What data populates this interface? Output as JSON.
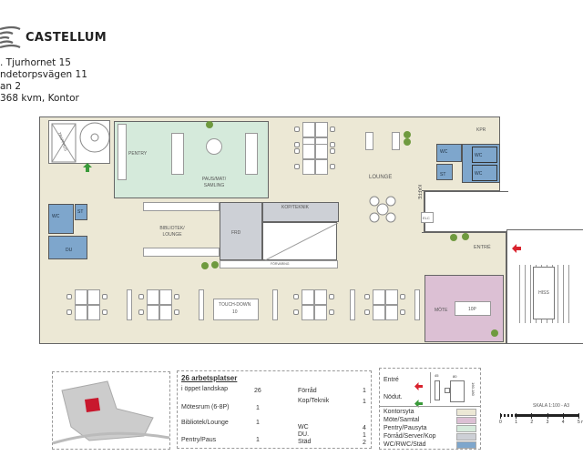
{
  "header": {
    "brand": "CASTELLUM",
    "address_lines": [
      ". Tjurhornet 15",
      "ndetorpsvägen 11",
      "an 2",
      " 368 kvm, Kontor"
    ]
  },
  "rooms": {
    "pentry": "PENTRY",
    "paus": "PAUS/MAT/ SAMLING",
    "bibliotek": "BIBLIOTEK/ LOUNGE",
    "frd": "FRD",
    "kop": "KOP/TEKNIK",
    "lounge": "LOUNGE",
    "kpr": "KPR",
    "wc": "WC",
    "st": "ST",
    "du": "DU",
    "kaffe": "KAFFE",
    "elc": "ELC",
    "entre": "ENTRÉ",
    "mote": "MÖTE",
    "mote_table": "10P",
    "hiss": "HISS",
    "touchdown": "TOUCH-DOWN",
    "touchdown_table": "10",
    "forvaring": "FÖRVARING",
    "trapphus": "TRAPPHUS"
  },
  "summary": {
    "title": "26 arbetsplatser",
    "left": [
      {
        "label": "i öppet landskap",
        "value": "26"
      },
      {
        "label": "Mötesrum (6-8P)",
        "value": "1"
      },
      {
        "label": "Bibliotek/Lounge",
        "value": "1"
      },
      {
        "label": "Pentry/Paus",
        "value": "1"
      }
    ],
    "right": [
      {
        "label": "Förråd",
        "value": "1"
      },
      {
        "label": "Kop/Teknik",
        "value": "1"
      },
      {
        "label": "WC",
        "value": "4"
      },
      {
        "label": "DU.",
        "value": "1"
      },
      {
        "label": "Städ",
        "value": "2"
      }
    ]
  },
  "legend": {
    "entre": "Entré",
    "nodut": "Nödut.",
    "dim_a": "45",
    "dim_b": "80",
    "dim_c": "160-180",
    "items": [
      {
        "label": "Kontorsyta",
        "color": "#ece8d5"
      },
      {
        "label": "Möte/Samtal",
        "color": "#dcc0d4"
      },
      {
        "label": "Pentry/Pausyta",
        "color": "#d5eadb"
      },
      {
        "label": "Förråd/Server/Kop",
        "color": "#cdd0d6"
      },
      {
        "label": "WC/RWC/Städ",
        "color": "#7ea6cc"
      }
    ]
  },
  "scale": {
    "title": "SKALA 1:100 - A3",
    "ticks": [
      "0",
      "1",
      "2",
      "3",
      "4",
      "5 m"
    ]
  },
  "colors": {
    "entry_arrow": "#d9232e",
    "exit_arrow": "#3a9a3a",
    "wc": "#7ea6cc",
    "plant": "#6f9a3f"
  }
}
